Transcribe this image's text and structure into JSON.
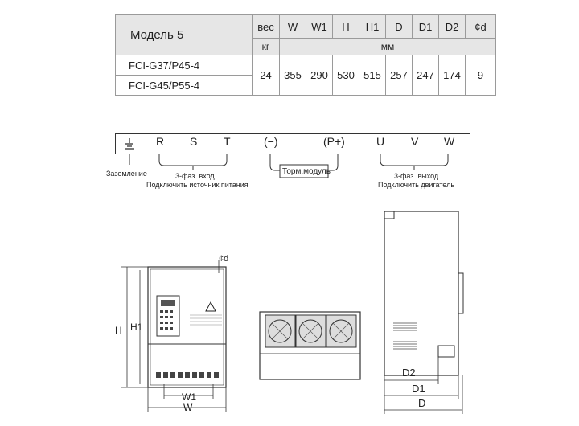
{
  "table": {
    "model_header": "Модель 5",
    "weight_header": "вес",
    "weight_unit": "кг",
    "dim_unit": "мм",
    "dim_headers": [
      "W",
      "W1",
      "H",
      "H1",
      "D",
      "D1",
      "D2",
      "¢d"
    ],
    "models": [
      "FCI-G37/P45-4",
      "FCI-G45/P55-4"
    ],
    "weight": "24",
    "dims": [
      "355",
      "290",
      "530",
      "515",
      "257",
      "247",
      "174",
      "9"
    ]
  },
  "terminals": {
    "labels": [
      "R",
      "S",
      "T",
      "(−)",
      "(P+)",
      "U",
      "V",
      "W"
    ],
    "ground_label": "Заземление",
    "input_line1": "3-фаз. вход",
    "input_line2": "Подключить источник питания",
    "brake_label": "Торм.модуль",
    "output_line1": "3-фаз. выход",
    "output_line2": "Подключить двигатель"
  },
  "dimensions": {
    "H": "H",
    "H1": "H1",
    "W": "W",
    "W1": "W1",
    "D": "D",
    "D1": "D1",
    "D2": "D2",
    "phi_d": "¢d"
  },
  "icons": [
    "ground-icon",
    "warning-icon",
    "fan-icon"
  ]
}
